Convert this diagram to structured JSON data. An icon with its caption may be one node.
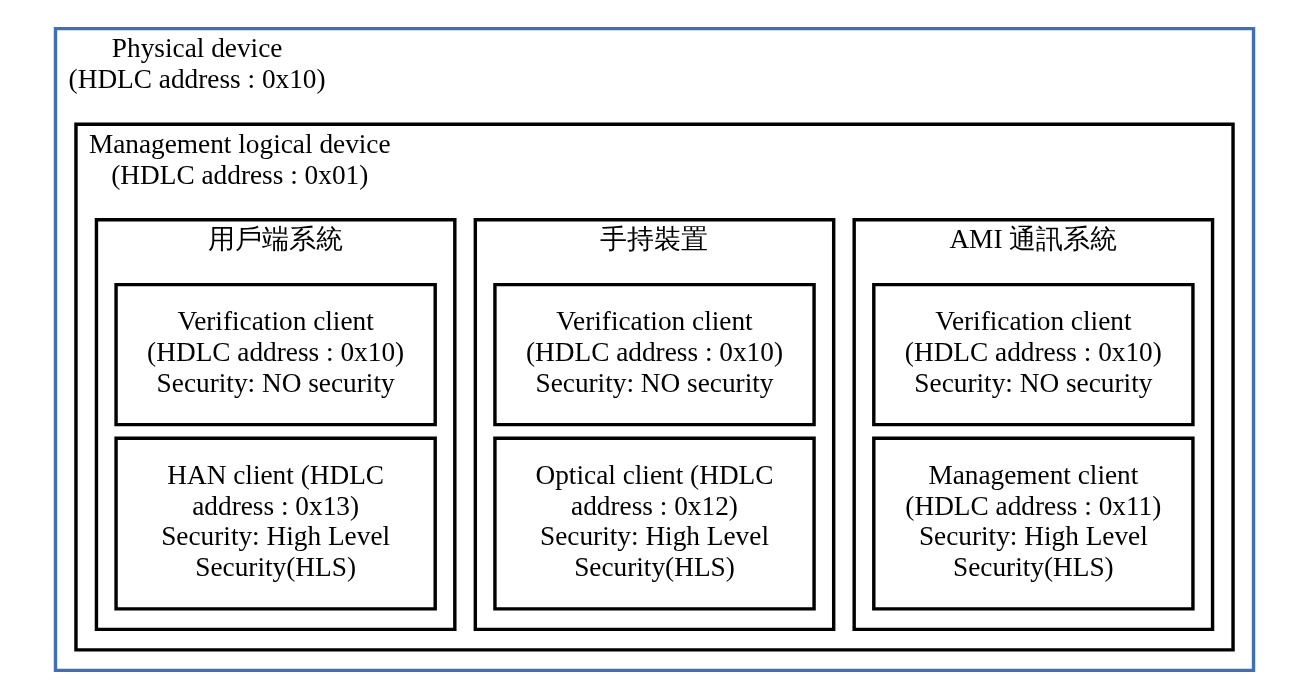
{
  "diagram": {
    "nodes": [
      {
        "text": [
          "Physical device (HDLC address : 0x10)"
        ]
      },
      {
        "text": [
          "Management logical device (HDLC address : 0x01)"
        ],
        "in": 0
      },
      {
        "text": [
          "AMI 通訊系統"
        ],
        "in": 1
      },
      {
        "text": [
          "Verification client (HDLC address : 0x10) Security: NO security"
        ],
        "in": 2
      },
      {
        "text": [
          "Management client (HDLC address : 0x11) Security: High Level Security(HLS)"
        ],
        "in": 2
      },
      {
        "text": [
          "手持裝置"
        ],
        "in": 1
      },
      {
        "text": [
          "Verification client (HDLC address : 0x10) Security: NO security"
        ],
        "in": 5
      },
      {
        "text": [
          "Optical client (HDLC address : 0x12) Security: High Level Security(HLS)"
        ],
        "in": 5
      },
      {
        "text": [
          "用戶端系統"
        ],
        "in": 1
      },
      {
        "text": [
          "Verification client (HDLC address : 0x10) Security: NO security"
        ],
        "in": 8
      },
      {
        "text": [
          "HAN client (HDLC address : 0x13) Security: High Level Security(HLS)"
        ],
        "in": 8
      }
    ]
  }
}
